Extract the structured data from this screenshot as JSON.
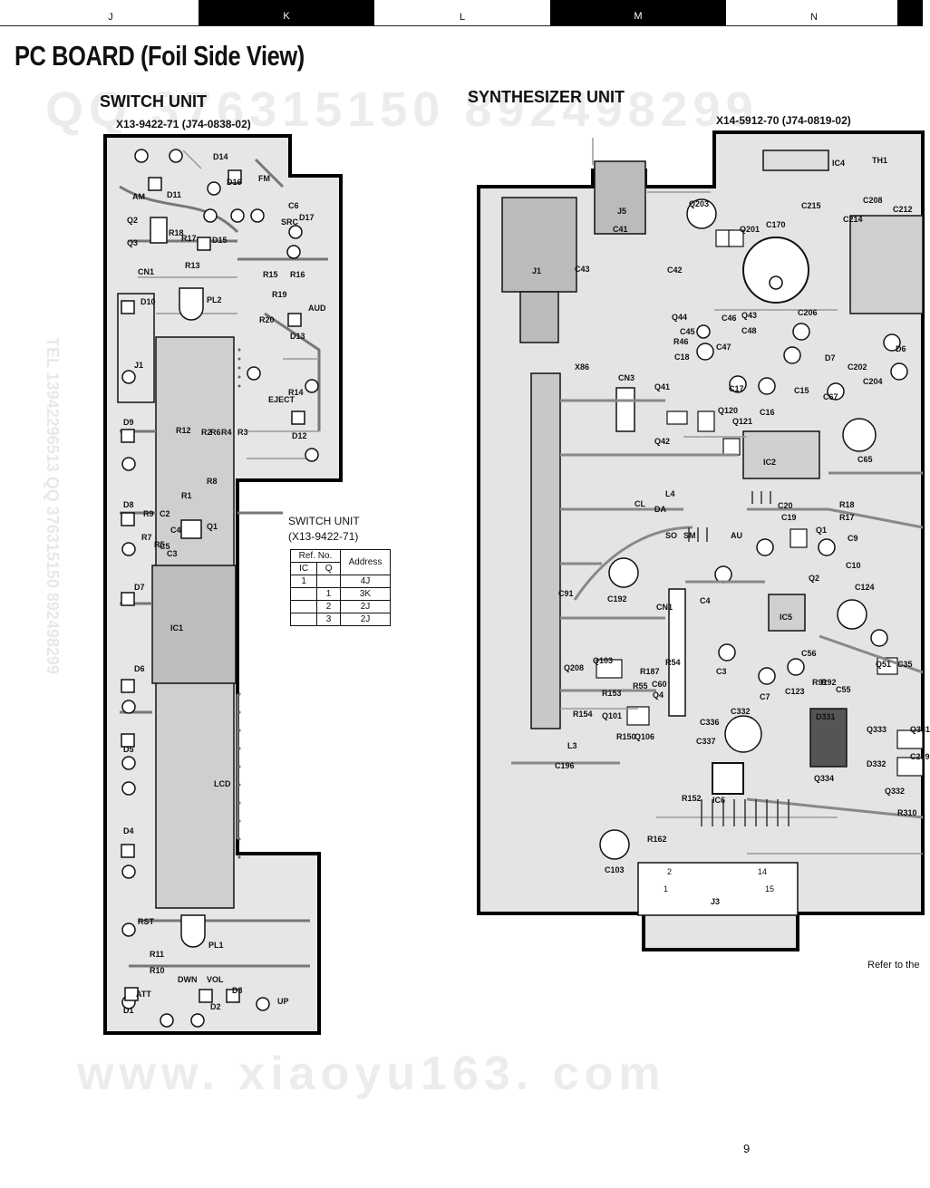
{
  "ruler": [
    "J",
    "K",
    "L",
    "M",
    "N"
  ],
  "page_title": "PC BOARD (Foil Side View)",
  "switch_unit": {
    "title": "SWITCH UNIT",
    "part_no": "X13-9422-71 (J74-0838-02)",
    "labels": [
      "D14",
      "FM",
      "D11",
      "D16",
      "D17",
      "AM",
      "SRC",
      "Q2",
      "Q3",
      "D15",
      "CN1",
      "D10",
      "AUD",
      "D13",
      "J1",
      "EJECT",
      "D12",
      "D9",
      "D8",
      "Q1",
      "D7",
      "IC1",
      "D6",
      "D5",
      "LCD",
      "D4",
      "RST",
      "PL1",
      "VOL",
      "DWN",
      "D3",
      "ATT",
      "D2",
      "UP",
      "D1",
      "PL2",
      "R11",
      "R10",
      "R9",
      "C2",
      "C3",
      "C4",
      "C5",
      "C6",
      "R1",
      "R2",
      "R3",
      "R4",
      "R5",
      "R6",
      "R7",
      "R8",
      "R12",
      "R13",
      "R14",
      "R15",
      "R16",
      "R17",
      "R18",
      "R19",
      "R20"
    ],
    "table": {
      "caption": "SWITCH UNIT",
      "caption2": "(X13-9422-71)",
      "header_ref": "Ref. No.",
      "header_ic": "IC",
      "header_q": "Q",
      "header_addr": "Address",
      "rows": [
        {
          "ic": "1",
          "q": "",
          "addr": "4J"
        },
        {
          "ic": "",
          "q": "1",
          "addr": "3K"
        },
        {
          "ic": "",
          "q": "2",
          "addr": "2J"
        },
        {
          "ic": "",
          "q": "3",
          "addr": "2J"
        }
      ]
    }
  },
  "synth_unit": {
    "title": "SYNTHESIZER UNIT",
    "part_no": "X14-5912-70 (J74-0819-02)",
    "labels": [
      "J5",
      "J1",
      "IC4",
      "TH1",
      "Q203",
      "Q201",
      "C170",
      "C208",
      "C214",
      "C212",
      "C215",
      "C41",
      "C42",
      "C43",
      "CN3",
      "X86",
      "Q44",
      "Q43",
      "C45",
      "C46",
      "C47",
      "C48",
      "R46",
      "C18",
      "C206",
      "D7",
      "D6",
      "C202",
      "C204",
      "Q41",
      "Q42",
      "Q121",
      "Q120",
      "IC2",
      "C67",
      "C65",
      "C17",
      "C16",
      "C15",
      "L4",
      "DA",
      "CL",
      "SO",
      "SM",
      "AU",
      "C20",
      "C19",
      "R18",
      "R17",
      "Q1",
      "Q2",
      "C9",
      "C10",
      "C124",
      "C192",
      "C91",
      "CN1",
      "IC5",
      "Q208",
      "Q103",
      "Q101",
      "Q106",
      "Q4",
      "C60",
      "R55",
      "R187",
      "R54",
      "R153",
      "R154",
      "R150",
      "C332",
      "C336",
      "C337",
      "C123",
      "C55",
      "C7",
      "C3",
      "C4",
      "C56",
      "D331",
      "D332",
      "Q331",
      "Q332",
      "Q333",
      "Q334",
      "IC6",
      "C196",
      "L3",
      "R152",
      "R162",
      "C103",
      "J3",
      "Q51",
      "R91",
      "R92",
      "R310",
      "C239",
      "C35"
    ],
    "connector_pins": [
      "2",
      "14",
      "1",
      "15"
    ]
  },
  "footnote": "Refer to the",
  "page_number": "9",
  "watermarks": [
    "QQ 376315150   892498299",
    "www. xiaoyu163. com",
    "TEL 13942296513  QQ 376315150  892498299"
  ]
}
